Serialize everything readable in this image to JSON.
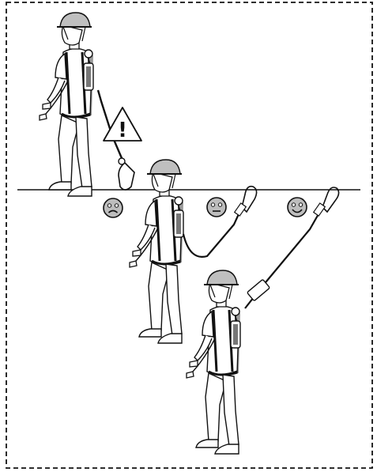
{
  "figure": {
    "warning_symbol": "!",
    "icons": {
      "warning": "warning-triangle-icon",
      "bad": "sad-face-icon",
      "neutral": "neutral-face-icon",
      "good": "happy-face-icon"
    },
    "scenarios": [
      {
        "id": "anchor-below",
        "rating": "bad",
        "icon": "sad-face-icon"
      },
      {
        "id": "anchor-level",
        "rating": "neutral",
        "icon": "neutral-face-icon"
      },
      {
        "id": "anchor-above",
        "rating": "good",
        "icon": "happy-face-icon"
      }
    ],
    "colors": {
      "line": "#111111",
      "face_fill": "#bdbdbd",
      "shirt": "#ffffff",
      "shadow": "#9a9a9a",
      "helmet": "#bfbfbf"
    }
  }
}
